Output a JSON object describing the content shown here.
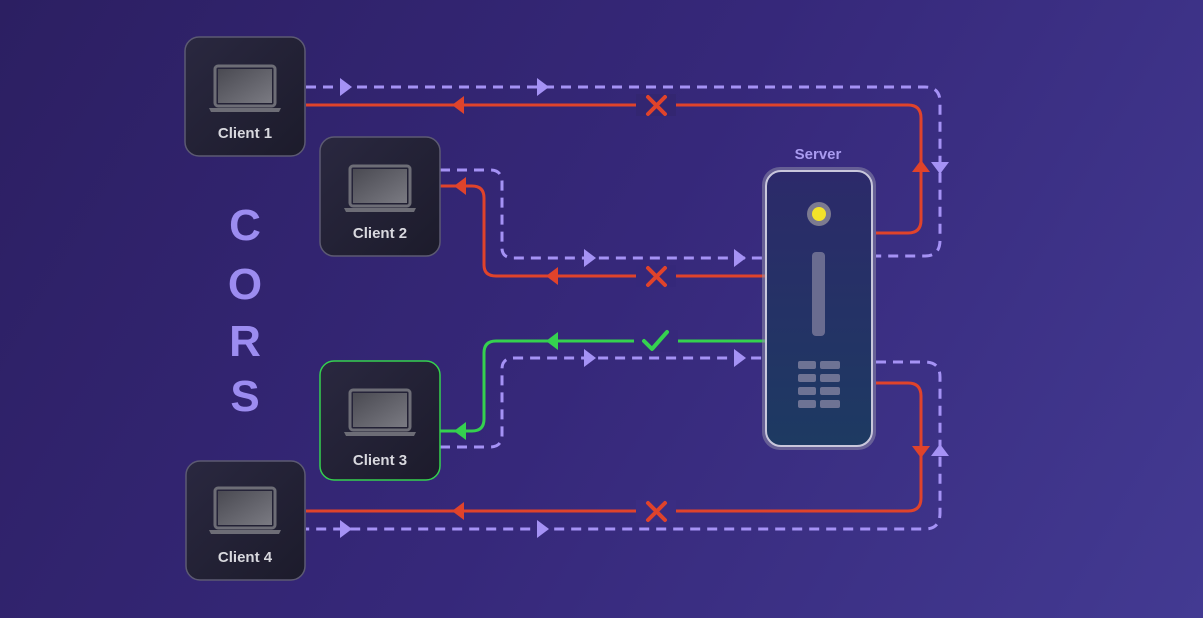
{
  "title_letters": [
    "C",
    "O",
    "R",
    "S"
  ],
  "server": {
    "label": "Server"
  },
  "clients": [
    {
      "label": "Client 1",
      "status": "blocked"
    },
    {
      "label": "Client 2",
      "status": "blocked"
    },
    {
      "label": "Client 3",
      "status": "allowed"
    },
    {
      "label": "Client 4",
      "status": "blocked"
    }
  ],
  "colors": {
    "request_dashed": "#a592f5",
    "blocked": "#e0432b",
    "allowed": "#35d14f",
    "server_led": "#f3e22a"
  },
  "icons": {
    "client": "laptop-icon",
    "blocked": "cross-icon",
    "allowed": "checkmark-icon"
  }
}
